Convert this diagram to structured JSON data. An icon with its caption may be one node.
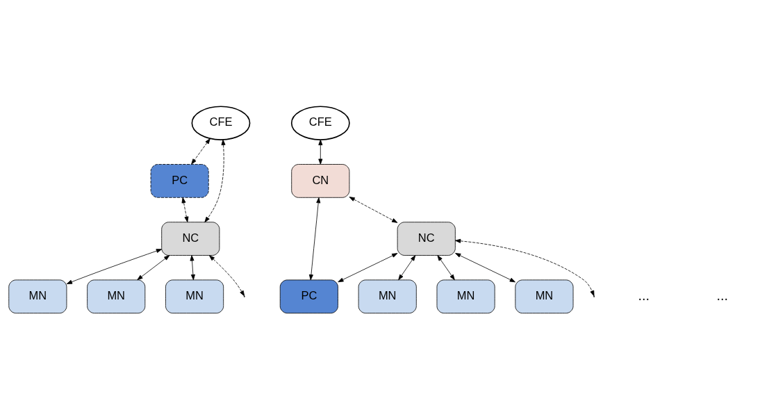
{
  "diagram": {
    "nodes": [
      {
        "text": [
          "CFE"
        ]
      },
      {
        "text": [
          "PC"
        ]
      },
      {
        "text": [
          "NC"
        ]
      },
      {
        "text": [
          "MN"
        ]
      },
      {
        "text": [
          "MN"
        ]
      },
      {
        "text": [
          "MN"
        ]
      },
      {
        "text": [
          "CFE"
        ]
      },
      {
        "text": [
          "CN"
        ]
      },
      {
        "text": [
          "NC"
        ]
      },
      {
        "text": [
          "PC"
        ]
      },
      {
        "text": [
          "MN"
        ]
      },
      {
        "text": [
          "MN"
        ]
      },
      {
        "text": [
          "MN"
        ]
      }
    ],
    "edges": [
      {
        "from": 0,
        "to": 1,
        "arrow": "both",
        "style": "dashed"
      },
      {
        "from": 0,
        "to": 2,
        "arrow": "both",
        "style": "dashed"
      },
      {
        "from": 1,
        "to": 2,
        "arrow": "both",
        "style": "dashed"
      },
      {
        "from": 2,
        "to": 3,
        "arrow": "both"
      },
      {
        "from": 2,
        "to": 4,
        "arrow": "both"
      },
      {
        "from": 2,
        "to": null,
        "arrow": "both",
        "style": "dashed"
      },
      {
        "from": 2,
        "to": 5,
        "arrow": "both"
      },
      {
        "from": 6,
        "to": 7,
        "arrow": "both"
      },
      {
        "from": 7,
        "to": 8,
        "arrow": "both",
        "style": "dashed"
      },
      {
        "from": 7,
        "to": 9,
        "arrow": "both"
      },
      {
        "from": 8,
        "to": 9,
        "arrow": "both"
      },
      {
        "from": 8,
        "to": 10,
        "arrow": "both"
      },
      {
        "from": 8,
        "to": 11,
        "arrow": "both"
      },
      {
        "from": 8,
        "to": null,
        "arrow": "both",
        "style": "dashed"
      },
      {
        "from": 8,
        "to": 12,
        "arrow": "both"
      }
    ],
    "labels": [
      "...",
      "..."
    ]
  }
}
